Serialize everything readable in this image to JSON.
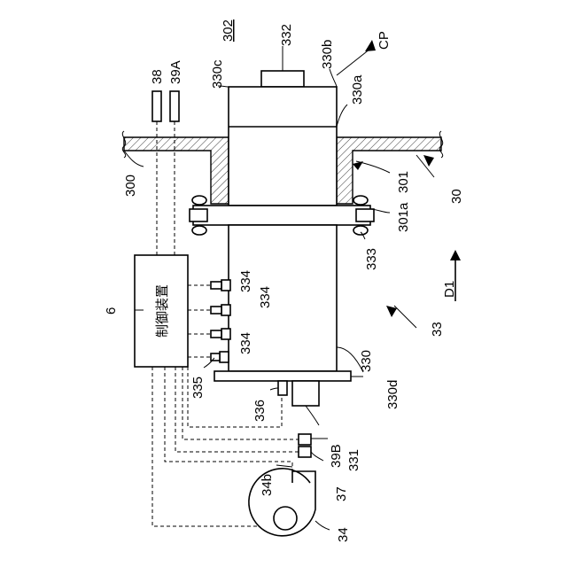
{
  "figure": {
    "controller_label": "制御装置",
    "reference_numerals": {
      "system": "30",
      "wall": "300",
      "wall_recess": "301",
      "recess_flange": "301a",
      "opening_title": "302",
      "vessel_assembly": "33",
      "vessel": "330",
      "vessel_top": "330a",
      "top_plate": "330b",
      "top_edge": "330c",
      "bottom_flange": "330d",
      "outlet_pipe": "331",
      "top_fitting": "332",
      "bolt": "333",
      "sensor_a": "334",
      "sensor_b": "334",
      "sensor_c": "334",
      "sensor_d": "335",
      "bottom_sensor": "336",
      "blower": "34",
      "blower_duct": "34b",
      "controller": "6",
      "valve_lower": "37",
      "valve_upper": "39B",
      "ext_device_a": "38",
      "ext_device_b": "39A",
      "direction": "D1",
      "cover_part": "CP"
    }
  }
}
